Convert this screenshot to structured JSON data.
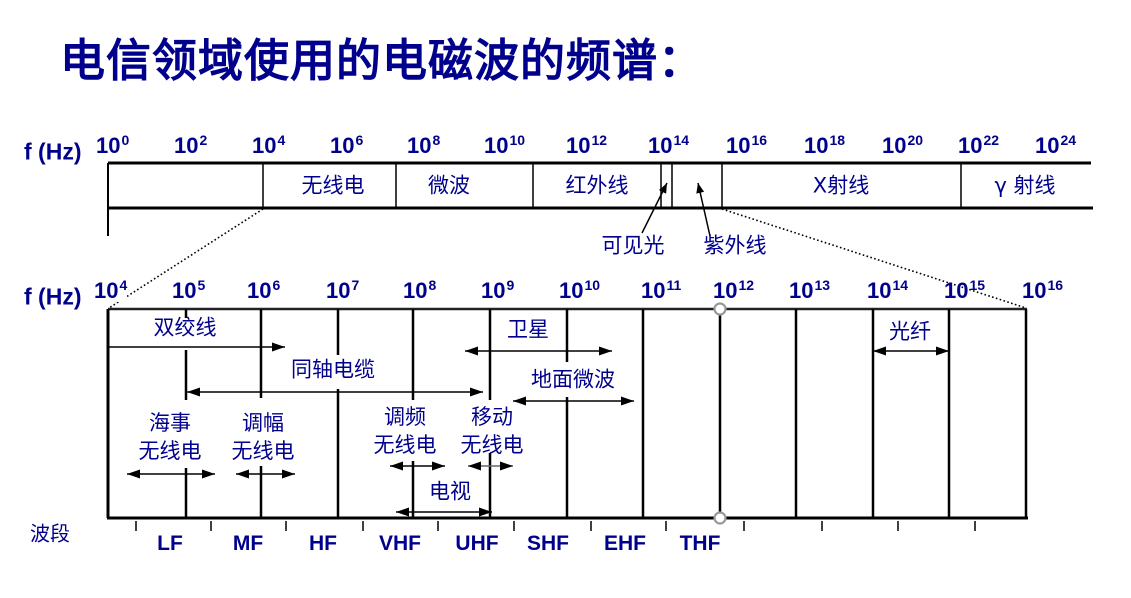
{
  "title": "电信领域使用的电磁波的频谱：",
  "colors": {
    "text": "#00008C",
    "lines": "#000000",
    "circle_marker": "#999999"
  },
  "top_axis": {
    "label": "f (Hz)",
    "ticks": [
      {
        "base": "10",
        "exp": "0"
      },
      {
        "base": "10",
        "exp": "2"
      },
      {
        "base": "10",
        "exp": "4"
      },
      {
        "base": "10",
        "exp": "6"
      },
      {
        "base": "10",
        "exp": "8"
      },
      {
        "base": "10",
        "exp": "10"
      },
      {
        "base": "10",
        "exp": "12"
      },
      {
        "base": "10",
        "exp": "14"
      },
      {
        "base": "10",
        "exp": "16"
      },
      {
        "base": "10",
        "exp": "18"
      },
      {
        "base": "10",
        "exp": "20"
      },
      {
        "base": "10",
        "exp": "22"
      },
      {
        "base": "10",
        "exp": "24"
      }
    ]
  },
  "spectrum_regions": [
    {
      "label": "无线电"
    },
    {
      "label": "微波"
    },
    {
      "label": "红外线"
    },
    {
      "label": "X射线"
    },
    {
      "label": "γ 射线"
    }
  ],
  "callouts": [
    {
      "label": "可见光"
    },
    {
      "label": "紫外线"
    }
  ],
  "bottom_axis": {
    "label": "f (Hz)",
    "ticks": [
      {
        "base": "10",
        "exp": "4"
      },
      {
        "base": "10",
        "exp": "5"
      },
      {
        "base": "10",
        "exp": "6"
      },
      {
        "base": "10",
        "exp": "7"
      },
      {
        "base": "10",
        "exp": "8"
      },
      {
        "base": "10",
        "exp": "9"
      },
      {
        "base": "10",
        "exp": "10"
      },
      {
        "base": "10",
        "exp": "11"
      },
      {
        "base": "10",
        "exp": "12"
      },
      {
        "base": "10",
        "exp": "13"
      },
      {
        "base": "10",
        "exp": "14"
      },
      {
        "base": "10",
        "exp": "15"
      },
      {
        "base": "10",
        "exp": "16"
      }
    ]
  },
  "media": [
    {
      "label": "双绞线"
    },
    {
      "label": "同轴电缆"
    },
    {
      "label": "卫星"
    },
    {
      "label": "地面微波"
    },
    {
      "label": "光纤"
    }
  ],
  "services": [
    {
      "line1": "海事",
      "line2": "无线电"
    },
    {
      "line1": "调幅",
      "line2": "无线电"
    },
    {
      "line1": "调频",
      "line2": "无线电"
    },
    {
      "line1": "移动",
      "line2": "无线电"
    },
    {
      "line1": "电视"
    }
  ],
  "bands": {
    "label": "波段",
    "items": [
      "LF",
      "MF",
      "HF",
      "VHF",
      "UHF",
      "SHF",
      "EHF",
      "THF"
    ]
  }
}
